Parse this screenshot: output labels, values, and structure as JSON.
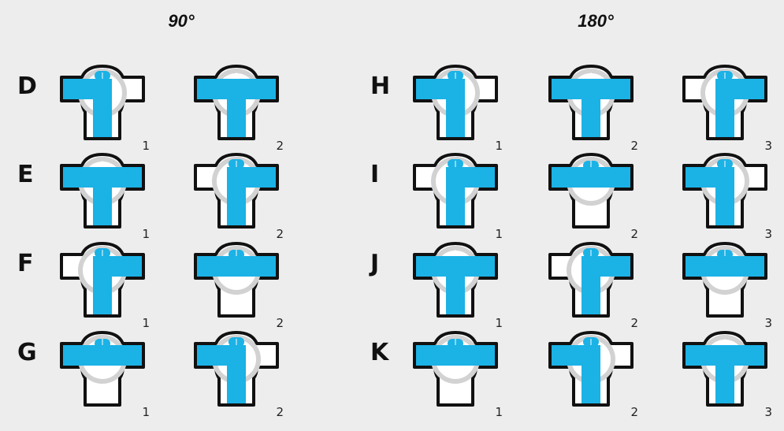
{
  "headers": {
    "h90": "90°",
    "h180": "180°"
  },
  "colors": {
    "background": "#ededed",
    "fluid": "#1bb2e6",
    "body": "#ffffff",
    "outline": "#111111",
    "plug": "#d2d2d2"
  },
  "groups": [
    {
      "header_key": "h90",
      "rows": [
        {
          "label": "D",
          "cells": [
            {
              "pos": "1",
              "flow": "lb"
            },
            {
              "pos": "2",
              "flow": "lrb"
            }
          ]
        },
        {
          "label": "E",
          "cells": [
            {
              "pos": "1",
              "flow": "lrb"
            },
            {
              "pos": "2",
              "flow": "rb"
            }
          ]
        },
        {
          "label": "F",
          "cells": [
            {
              "pos": "1",
              "flow": "rb"
            },
            {
              "pos": "2",
              "flow": "lr"
            }
          ]
        },
        {
          "label": "G",
          "cells": [
            {
              "pos": "1",
              "flow": "lr"
            },
            {
              "pos": "2",
              "flow": "lb"
            }
          ]
        }
      ]
    },
    {
      "header_key": "h180",
      "rows": [
        {
          "label": "H",
          "cells": [
            {
              "pos": "1",
              "flow": "lb"
            },
            {
              "pos": "2",
              "flow": "lrb"
            },
            {
              "pos": "3",
              "flow": "rb"
            }
          ]
        },
        {
          "label": "I",
          "cells": [
            {
              "pos": "1",
              "flow": "rb"
            },
            {
              "pos": "2",
              "flow": "lr"
            },
            {
              "pos": "3",
              "flow": "lb"
            }
          ]
        },
        {
          "label": "J",
          "cells": [
            {
              "pos": "1",
              "flow": "lrb"
            },
            {
              "pos": "2",
              "flow": "rb"
            },
            {
              "pos": "3",
              "flow": "lr"
            }
          ]
        },
        {
          "label": "K",
          "cells": [
            {
              "pos": "1",
              "flow": "lr"
            },
            {
              "pos": "2",
              "flow": "lb"
            },
            {
              "pos": "3",
              "flow": "lrb"
            }
          ]
        }
      ]
    }
  ]
}
